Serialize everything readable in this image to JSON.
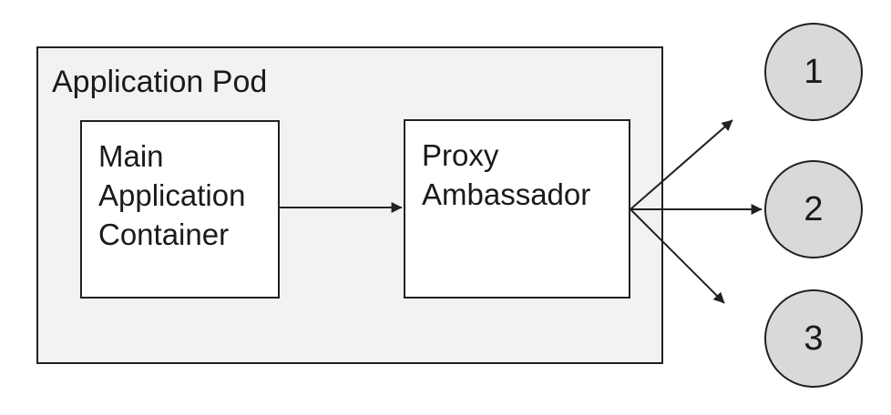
{
  "colors": {
    "canvas_bg": "#ffffff",
    "pod_fill": "#f2f2f2",
    "node_fill": "#ffffff",
    "endpoint_fill": "#d9d9d9",
    "border": "#212121",
    "text": "#1a1a1a"
  },
  "diagram": {
    "pod": {
      "label": "Application Pod"
    },
    "nodes": [
      {
        "id": "main-application-container",
        "label": "Main Application Container"
      },
      {
        "id": "proxy-ambassador",
        "label": "Proxy Ambassador"
      }
    ],
    "endpoints": [
      {
        "label": "1"
      },
      {
        "label": "2"
      },
      {
        "label": "3"
      }
    ],
    "connections": [
      {
        "from": "main-application-container",
        "to": "proxy-ambassador"
      },
      {
        "from": "proxy-ambassador",
        "to": "endpoint-1"
      },
      {
        "from": "proxy-ambassador",
        "to": "endpoint-2"
      },
      {
        "from": "proxy-ambassador",
        "to": "endpoint-3"
      }
    ]
  }
}
